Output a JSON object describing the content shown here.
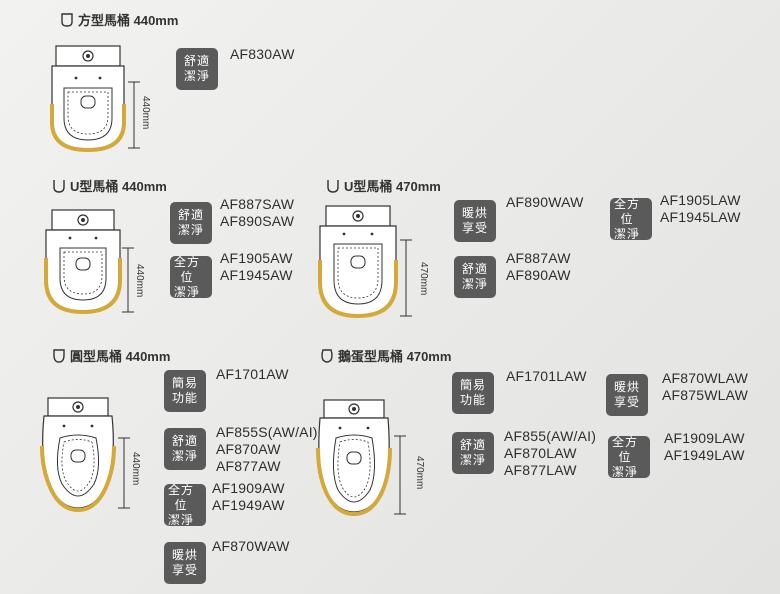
{
  "sections": [
    {
      "id": "square",
      "title": "方型馬桶 440mm",
      "dimension": "440mm",
      "groups": [
        {
          "badge": [
            "舒適",
            "潔淨"
          ],
          "models": [
            "AF830AW"
          ]
        }
      ]
    },
    {
      "id": "u440",
      "title": "U型馬桶 440mm",
      "dimension": "440mm",
      "groups": [
        {
          "badge": [
            "舒適",
            "潔淨"
          ],
          "models": [
            "AF887SAW",
            "AF890SAW"
          ]
        },
        {
          "badge": [
            "全方位",
            "潔淨"
          ],
          "models": [
            "AF1905AW",
            "AF1945AW"
          ]
        }
      ]
    },
    {
      "id": "u470",
      "title": "U型馬桶 470mm",
      "dimension": "470mm",
      "groups": [
        {
          "badge": [
            "暖烘",
            "享受"
          ],
          "models": [
            "AF890WAW"
          ]
        },
        {
          "badge": [
            "全方位",
            "潔淨"
          ],
          "models": [
            "AF1905LAW",
            "AF1945LAW"
          ]
        },
        {
          "badge": [
            "舒適",
            "潔淨"
          ],
          "models": [
            "AF887AW",
            "AF890AW"
          ]
        }
      ]
    },
    {
      "id": "round",
      "title": "圓型馬桶 440mm",
      "dimension": "440mm",
      "groups": [
        {
          "badge": [
            "簡易",
            "功能"
          ],
          "models": [
            "AF1701AW"
          ]
        },
        {
          "badge": [
            "舒適",
            "潔淨"
          ],
          "models": [
            "AF855S(AW/AI)",
            "AF870AW",
            "AF877AW"
          ]
        },
        {
          "badge": [
            "全方位",
            "潔淨"
          ],
          "models": [
            "AF1909AW",
            "AF1949AW"
          ]
        },
        {
          "badge": [
            "暖烘",
            "享受"
          ],
          "models": [
            "AF870WAW"
          ]
        }
      ]
    },
    {
      "id": "egg",
      "title": "鵝蛋型馬桶 470mm",
      "dimension": "470mm",
      "groups": [
        {
          "badge": [
            "簡易",
            "功能"
          ],
          "models": [
            "AF1701LAW"
          ]
        },
        {
          "badge": [
            "暖烘",
            "享受"
          ],
          "models": [
            "AF870WLAW",
            "AF875WLAW"
          ]
        },
        {
          "badge": [
            "舒適",
            "潔淨"
          ],
          "models": [
            "AF855(AW/AI)",
            "AF870LAW",
            "AF877LAW"
          ]
        },
        {
          "badge": [
            "全方位",
            "潔淨"
          ],
          "models": [
            "AF1909LAW",
            "AF1949LAW"
          ]
        }
      ]
    }
  ],
  "colors": {
    "badge": "#5a5a5a",
    "seat_accent": "#d4a93a",
    "outline": "#333333"
  }
}
